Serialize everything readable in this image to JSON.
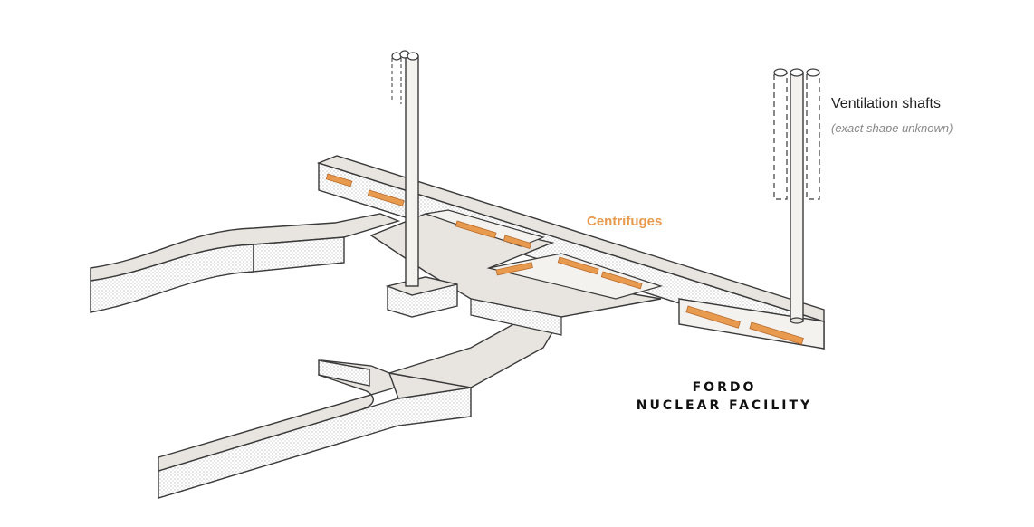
{
  "labels": {
    "ventilation_title": "Ventilation shafts",
    "ventilation_note": "(exact shape unknown)",
    "centrifuges": "Centrifuges",
    "facility_line1": "FORDO",
    "facility_line2": "NUCLEAR FACILITY"
  },
  "colors": {
    "floor": "#e8e5e0",
    "wall": "#f4f2ee",
    "outline": "#3a3a3a",
    "centrifuge": "#e89a4e",
    "centrifuge_dark": "#b86a2a",
    "label_accent": "#e89a4e"
  }
}
